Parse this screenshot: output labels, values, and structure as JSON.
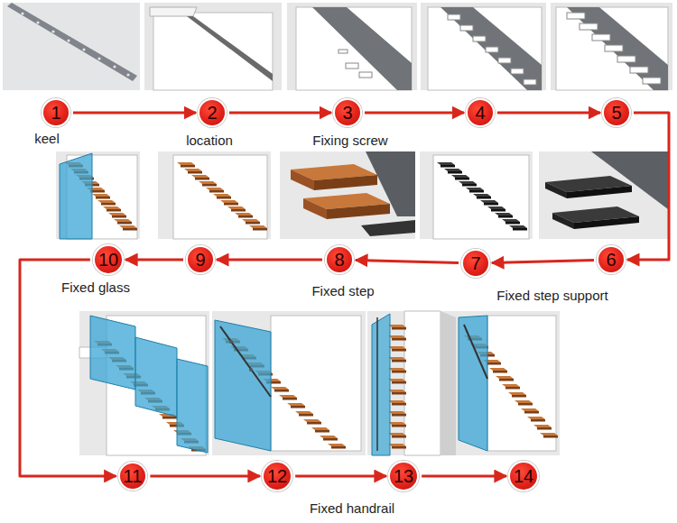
{
  "diagram": {
    "nodes": [
      {
        "text": [
          "1"
        ]
      },
      {
        "text": [
          "2"
        ]
      },
      {
        "text": [
          "3"
        ]
      },
      {
        "text": [
          "4"
        ]
      },
      {
        "text": [
          "5"
        ]
      },
      {
        "text": [
          "6"
        ]
      },
      {
        "text": [
          "7"
        ]
      },
      {
        "text": [
          "8"
        ]
      },
      {
        "text": [
          "9"
        ]
      },
      {
        "text": [
          "10"
        ]
      },
      {
        "text": [
          "11"
        ]
      },
      {
        "text": [
          "12"
        ]
      },
      {
        "text": [
          "13"
        ]
      },
      {
        "text": [
          "14"
        ]
      }
    ],
    "edges": [
      {
        "from": 0,
        "to": 1,
        "arrow": "to"
      },
      {
        "from": 1,
        "to": 2,
        "arrow": "to"
      },
      {
        "from": 2,
        "to": 3,
        "arrow": "to"
      },
      {
        "from": 3,
        "to": 4,
        "arrow": "to"
      },
      {
        "from": 4,
        "to": 5,
        "arrow": "to"
      },
      {
        "from": 5,
        "to": 6,
        "arrow": "to"
      },
      {
        "from": 6,
        "to": 7,
        "arrow": "to"
      },
      {
        "from": 7,
        "to": 8,
        "arrow": "to"
      },
      {
        "from": 8,
        "to": 9,
        "arrow": "to"
      },
      {
        "from": 9,
        "to": 10,
        "arrow": "to"
      },
      {
        "from": 10,
        "to": 11,
        "arrow": "to"
      },
      {
        "from": 11,
        "to": 12,
        "arrow": "to"
      },
      {
        "from": 12,
        "to": 13,
        "arrow": "to"
      }
    ],
    "labels": [
      "keel",
      "location",
      "Fixing screw",
      "Fixed step support",
      "Fixed step",
      "Fixed glass",
      "Fixed handrail"
    ]
  }
}
